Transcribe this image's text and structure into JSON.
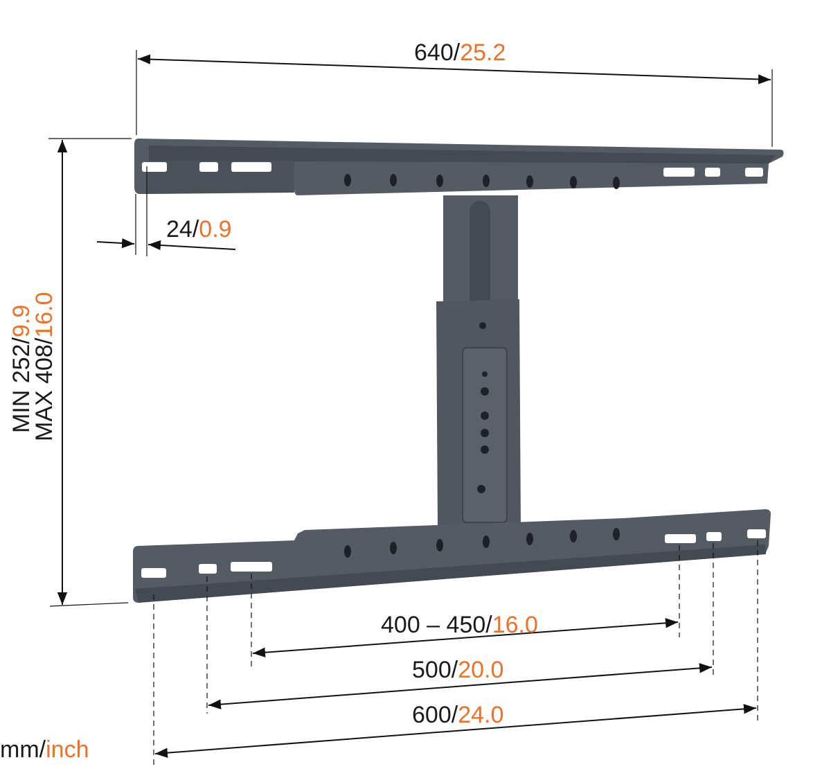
{
  "colors": {
    "bracket": "#545b63",
    "inch_accent": "#e8732c",
    "text": "#1a1a1a"
  },
  "dimensions": {
    "overall_width": {
      "mm": "640",
      "inch": "25.2"
    },
    "depth": {
      "mm": "24",
      "inch": "0.9"
    },
    "height_min": {
      "prefix": "MIN",
      "mm": "252",
      "inch": "9.9"
    },
    "height_max": {
      "prefix": "MAX",
      "mm": "408",
      "inch": "16.0"
    },
    "vesa_a": {
      "mm": "400 – 450",
      "inch": "16.0"
    },
    "vesa_b": {
      "mm": "500",
      "inch": "20.0"
    },
    "vesa_c": {
      "mm": "600",
      "inch": "24.0"
    }
  },
  "legend": {
    "unit_mm": "mm",
    "unit_inch": "inch"
  },
  "separator": "/"
}
